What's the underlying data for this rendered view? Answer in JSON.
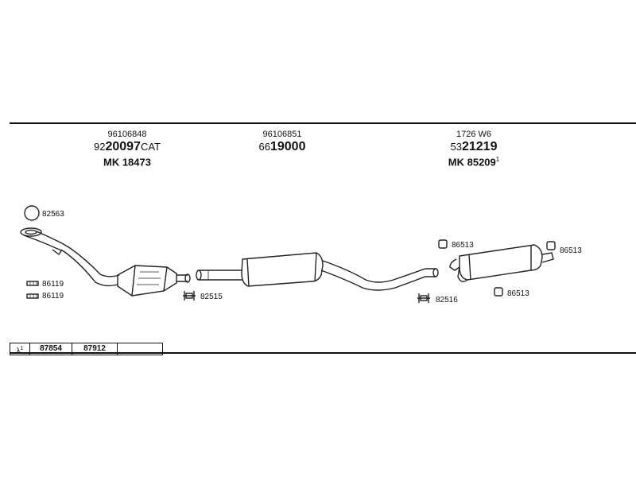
{
  "columns": [
    {
      "ref": "96106848",
      "main_prefix": "92",
      "main_bold": "20097",
      "main_suffix": "CAT",
      "mk": "MK  18473",
      "mk_sup": ""
    },
    {
      "ref": "96106851",
      "main_prefix": "66",
      "main_bold": "19000",
      "main_suffix": "",
      "mk": "",
      "mk_sup": ""
    },
    {
      "ref": "1726 W6",
      "main_prefix": "53",
      "main_bold": "21219",
      "main_suffix": "",
      "mk": "MK  85209",
      "mk_sup": "1"
    }
  ],
  "part_labels": {
    "ring": "82563",
    "bolt_a": "86119",
    "bolt_b": "86119",
    "clamp_front": "82515",
    "clamp_rear": "82516",
    "hanger_top_left": "86513",
    "hanger_top_right": "86513",
    "hanger_bottom": "86513"
  },
  "table": [
    "λ",
    "87854",
    "87912",
    ""
  ],
  "table_sup": "1"
}
